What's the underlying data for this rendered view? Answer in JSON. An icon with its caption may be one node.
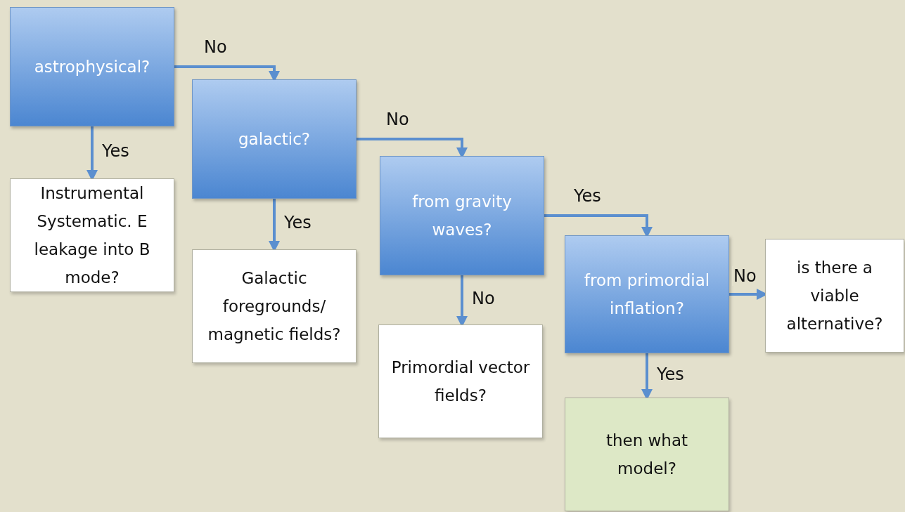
{
  "diagram": {
    "nodes": [
      {
        "text": [
          "astrophysical?"
        ]
      },
      {
        "text": [
          "Instrumental Systematic. E leakage into B mode?"
        ]
      },
      {
        "text": [
          "galactic?"
        ]
      },
      {
        "text": [
          "Galactic foregrounds/ magnetic fields?"
        ]
      },
      {
        "text": [
          "from gravity waves?"
        ]
      },
      {
        "text": [
          "Primordial vector fields?"
        ]
      },
      {
        "text": [
          "from primordial inflation?"
        ]
      },
      {
        "text": [
          "is there a viable alternative?"
        ]
      },
      {
        "text": [
          "then what model?"
        ]
      }
    ],
    "edges": [
      {
        "from": 0,
        "to": 2,
        "arrow": "to",
        "label": "No"
      },
      {
        "from": 0,
        "to": 1,
        "arrow": "to",
        "label": "Yes"
      },
      {
        "from": 2,
        "to": 4,
        "arrow": "to",
        "label": "No"
      },
      {
        "from": 2,
        "to": 3,
        "arrow": "to",
        "label": "Yes"
      },
      {
        "from": 4,
        "to": 6,
        "arrow": "to",
        "label": "Yes"
      },
      {
        "from": 4,
        "to": 5,
        "arrow": "to",
        "label": "No"
      },
      {
        "from": 6,
        "to": 7,
        "arrow": "to",
        "label": "No"
      },
      {
        "from": 6,
        "to": 8,
        "arrow": "to",
        "label": "Yes"
      }
    ]
  }
}
